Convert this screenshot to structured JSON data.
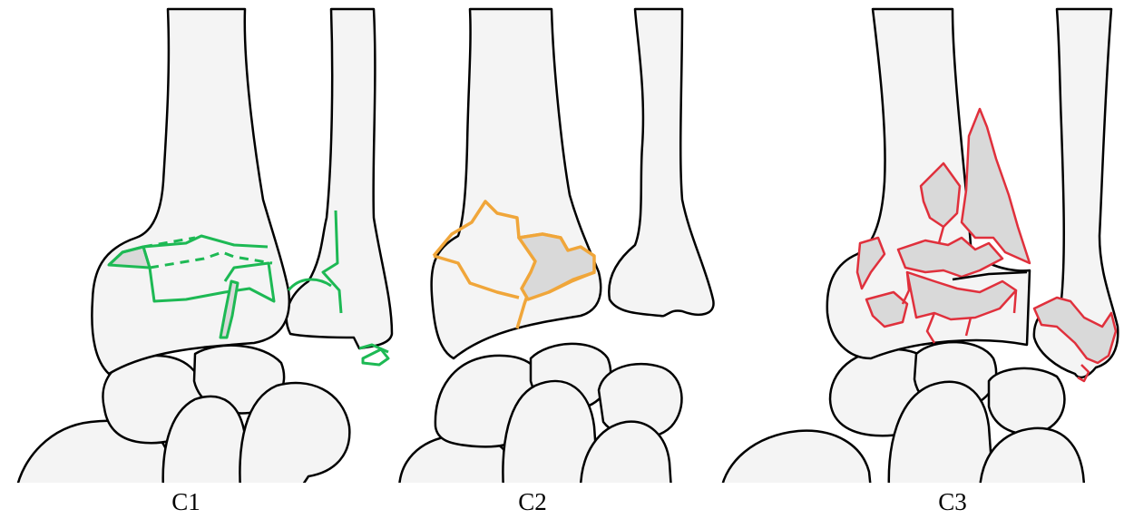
{
  "panels": [
    {
      "label": "C1",
      "fracture_color": "#1db954"
    },
    {
      "label": "C2",
      "fracture_color": "#f0a63a"
    },
    {
      "label": "C3",
      "fracture_color": "#e0303c"
    }
  ],
  "colors": {
    "bone_fill": "#f4f4f4",
    "bone_outline": "#000000",
    "fragment_fill": "#d9d9d9"
  }
}
